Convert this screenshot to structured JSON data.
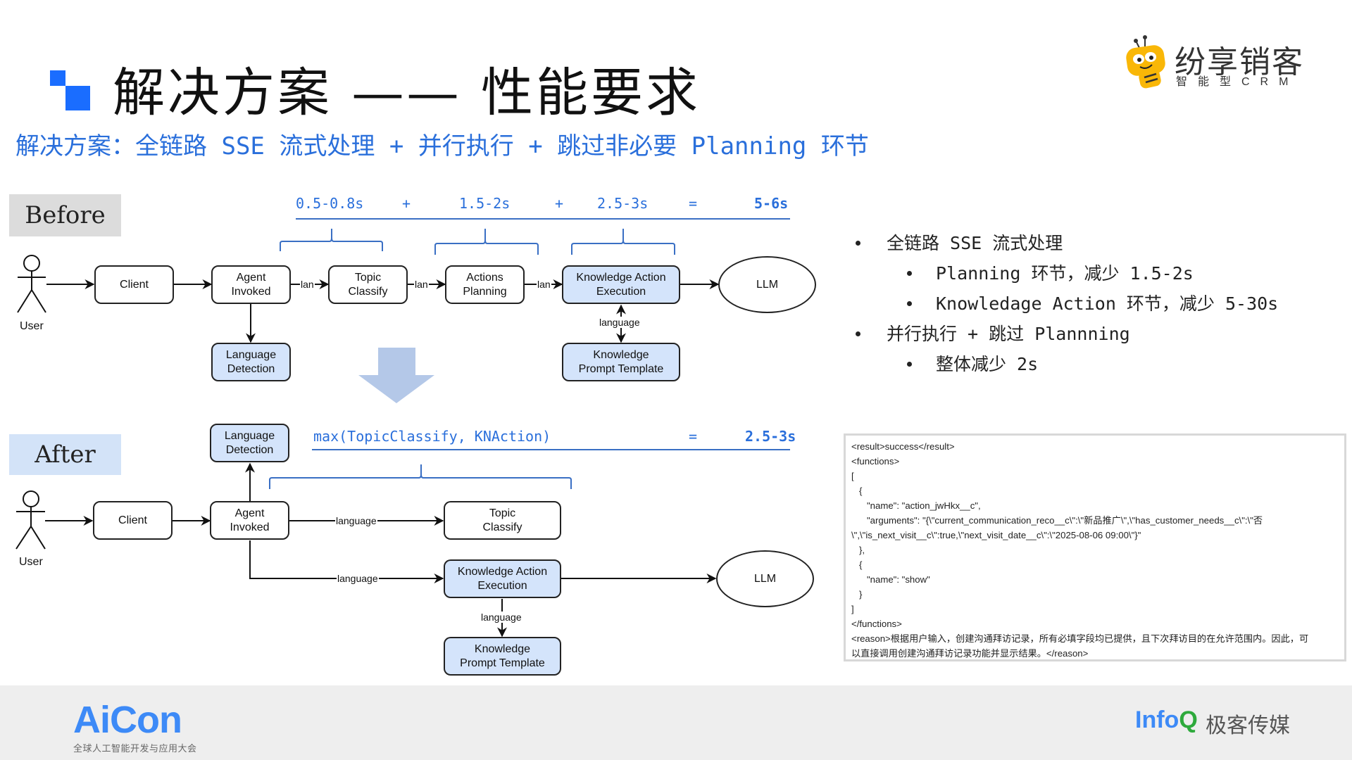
{
  "header": {
    "title": "解决方案 —— 性能要求",
    "subtitle": "解决方案：全链路 SSE 流式处理 + 并行执行 + 跳过非必要 Planning 环节"
  },
  "brand_logo": {
    "name": "纷享销客",
    "tagline": "智能型CRM",
    "icon": "bee-mascot-icon",
    "color": "#f9b707"
  },
  "before": {
    "label": "Before",
    "timing": {
      "segments": [
        "0.5-0.8s",
        "1.5-2s",
        "2.5-3s"
      ],
      "plus": "+",
      "equals": "=",
      "total": "5-6s"
    },
    "nodes": {
      "user": "User",
      "client": "Client",
      "agent": "Agent\nInvoked",
      "topic": "Topic\nClassify",
      "actions": "Actions\nPlanning",
      "kae": "Knowledge Action\nExecution",
      "llm": "LLM",
      "langdet": "Language\nDetection",
      "kpt": "Knowledge\nPrompt Template"
    },
    "edge_labels": {
      "short": "lan",
      "language": "language"
    }
  },
  "after": {
    "label": "After",
    "timing": {
      "formula": "max(TopicClassify, KNAction)",
      "equals": "=",
      "total": "2.5-3s"
    },
    "nodes": {
      "user": "User",
      "client": "Client",
      "agent": "Agent\nInvoked",
      "topic": "Topic\nClassify",
      "kae": "Knowledge Action\nExecution",
      "llm": "LLM",
      "langdet": "Language\nDetection",
      "kpt": "Knowledge\nPrompt Template"
    },
    "edge_labels": {
      "language": "language"
    }
  },
  "bullets": [
    {
      "level": 1,
      "text": "全链路 SSE 流式处理"
    },
    {
      "level": 2,
      "text": "Planning 环节，减少 1.5-2s"
    },
    {
      "level": 2,
      "text": "Knowledage Action 环节，减少 5-30s"
    },
    {
      "level": 1,
      "text": "并行执行 + 跳过 Plannning"
    },
    {
      "level": 2,
      "text": "整体减少 2s"
    }
  ],
  "code_sample": {
    "lines": [
      "<result>success</result>",
      "<functions>",
      "[",
      "   {",
      "      \"name\": \"action_jwHkx__c\",",
      "      \"arguments\": \"{\\\"current_communication_reco__c\\\":\\\"新品推广\\\",\\\"has_customer_needs__c\\\":\\\"否",
      "\\\",\\\"is_next_visit__c\\\":true,\\\"next_visit_date__c\\\":\\\"2025-08-06 09:00\\\"}\"",
      "   },",
      "   {",
      "      \"name\": \"show\"",
      "   }",
      "]",
      "</functions>",
      "<reason>根据用户输入，创建沟通拜访记录，所有必填字段均已提供，且下次拜访目的在允许范围内。因此，可",
      "以直接调用创建沟通拜访记录功能并显示结果。</reason>"
    ]
  },
  "footer": {
    "left_logo": "AiCon",
    "left_logo_sub": "全球人工智能开发与应用大会",
    "right_logo_a": "Info",
    "right_logo_b": "Q",
    "right_logo_cn": "极客传媒"
  },
  "colors": {
    "accent_blue": "#2a6fdb",
    "title_square": "#1a6dff",
    "node_blue_fill": "#d4e4fb",
    "before_tag_bg": "#dcdcdc",
    "after_tag_bg": "#d3e3f8",
    "transition_arrow": "#b4c8e8"
  }
}
